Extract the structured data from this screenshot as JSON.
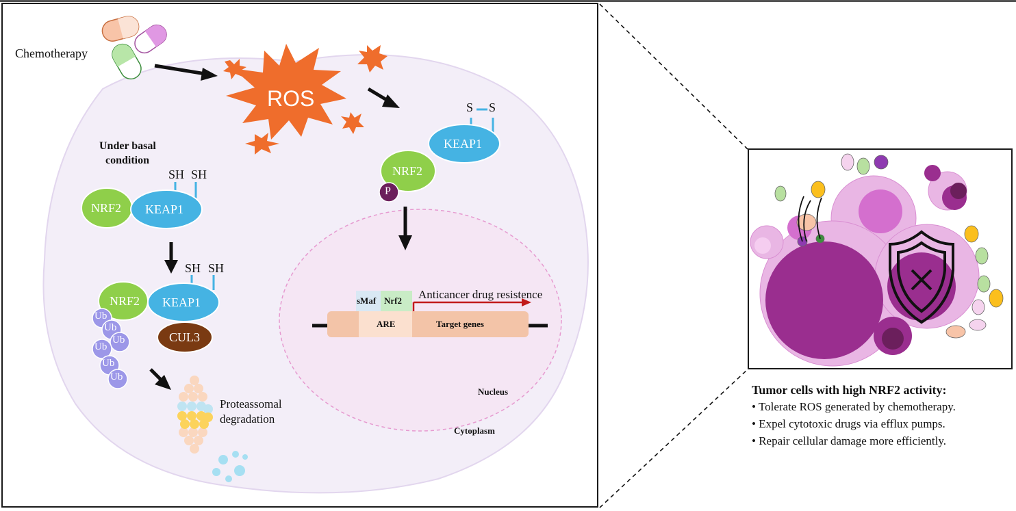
{
  "left_panel": {
    "chemotherapy": "Chemotherapy",
    "ros": "ROS",
    "basal_condition_line1": "Under basal",
    "basal_condition_line2": "condition",
    "sh1a": "SH",
    "sh1b": "SH",
    "sh2a": "SH",
    "sh2b": "SH",
    "nrf2_a": "NRF2",
    "keap1_a": "KEAP1",
    "nrf2_b": "NRF2",
    "keap1_b": "KEAP1",
    "cul3": "CUL3",
    "ub": [
      "Ub",
      "Ub",
      "Ub",
      "Ub",
      "Ub",
      "Ub"
    ],
    "proteasomal_line1": "Proteassomal",
    "proteasomal_line2": "degradation",
    "s_left": "S",
    "s_right": "S",
    "keap1_oxidized": "KEAP1",
    "nrf2_free": "NRF2",
    "phospho": "P",
    "smaf": "sMaf",
    "nrf2_small": "Nrf2",
    "anticancer": "Anticancer drug resistence",
    "are": "ARE",
    "target_genes": "Target genes",
    "nucleus": "Nucleus",
    "cytoplasm": "Cytoplasm"
  },
  "right_panel": {
    "title": "Tumor cells with high NRF2 activity:",
    "bullets": [
      "• Tolerate ROS generated by chemotherapy.",
      "• Expel cytotoxic drugs via efflux pumps.",
      "• Repair cellular damage more efficiently."
    ]
  },
  "icons": {
    "pills": "pill-capsules-icon",
    "ros_burst": "ros-burst-icon",
    "proteasome": "proteasome-icon",
    "shield": "shield-x-icon"
  },
  "colors": {
    "nrf2": "#8fcf4a",
    "keap1": "#45b3e3",
    "cul3": "#7a3a12",
    "ub": "#9c97e8",
    "ros": "#ef6d2c",
    "cell": "#f3eef8",
    "phospho": "#6b1f5c",
    "tumor_dark": "#9a2e8f",
    "tumor_light": "#e9b6e4"
  }
}
